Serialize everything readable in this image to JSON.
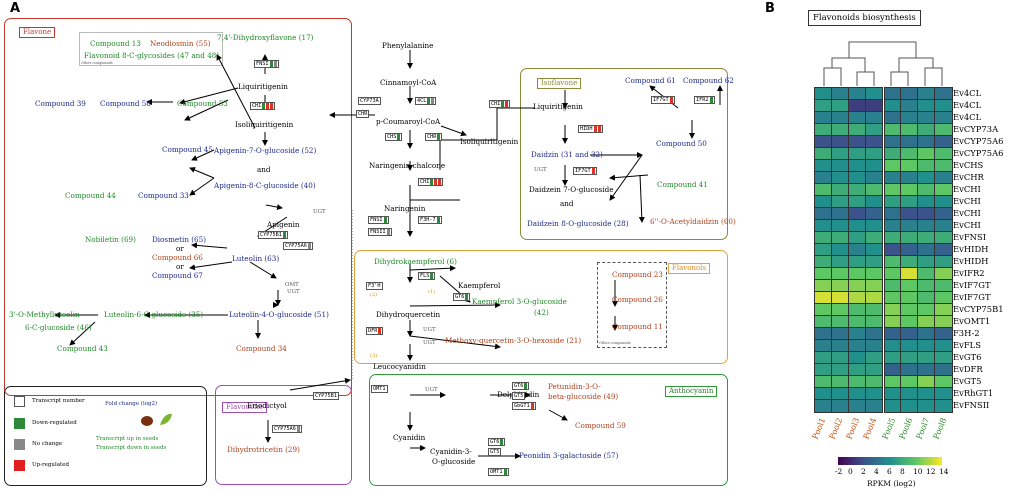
{
  "panel_a_label": "A",
  "panel_b_label": "B",
  "boxes": {
    "flavone": "Flavone",
    "isoflavone": "Isoflavone",
    "flavonols": "Flavonols",
    "flavonone": "Flavonone",
    "anthocyanin": "Anthocyanin"
  },
  "other_compounds": "Other compounds",
  "flavone_extra": {
    "compound13": "Compound 13",
    "neodiosmin": "Neodiosmin (55)",
    "flavonoid8c": "Flavonoid 8-C-glycosides (47 and 48)"
  },
  "compounds": {
    "phenylalanine": "Phenylalanine",
    "cinnamoyl": "Cinnamoyl-CoA",
    "pcoumaroyl": "p-Coumaroyl-CoA",
    "naringenin_chalcone": "Naringenin chalcone",
    "naringenin": "Naringenin",
    "isoliquiritigenin_c": "Isoliquiritigenin",
    "liquiritigenin_l": "Liquiritigenin",
    "isoliquiritigenin_l": "Isoliquiritigenin",
    "dihydroxyflavone": "7,4'-Dihydroxyflavone (17)",
    "c58": "Compound 58",
    "c39": "Compound 39",
    "c53": "Compound 53",
    "api7": "Apigenin-7-O-glucoside (52)",
    "and1": "and",
    "api8": "Apigenin-8-C-glucoside (40)",
    "c45": "Compound 45",
    "c33": "Compound 33",
    "c44": "Compound 44",
    "apigenin": "Apigenin",
    "nobiletin": "Nobiletin (69)",
    "diosmetin": "Diosmetin (65)",
    "or1": "or",
    "c66": "Compound 66",
    "or2": "or",
    "c67": "Compound 67",
    "luteolin": "Luteolin (63)",
    "methylluteolin": "3'-O-Methylluteolin",
    "lut6": "Luteolin-6-C-glucoside (35)",
    "c6cg": "6-C-glucoside (46)",
    "lut4": "Luteolin-4-O-glucoside (51)",
    "c43": "Compound 43",
    "c34": "Compound 34",
    "liquiritigenin_r": "Liquiritigenin",
    "c61": "Compound 61",
    "c62": "Compound 62",
    "daidzin": "Daidzin (31 and 32)",
    "c50": "Compound 50",
    "daidzein7": "Daidzein 7-O-glucoside",
    "c41": "Compound 41",
    "and2": "and",
    "daidzein8": "Daidzein 8-O-glucoside (28)",
    "acetyl": "6''-O-Acetyldaidzin (60)",
    "dihydrokaempferol": "Dihydrokaempferol (6)",
    "kaempferol": "Kaempferol",
    "kaemp3": "Kaempferol 3-O-glucoside",
    "kaemp3n": "(42)",
    "dihydroquercetin": "Dihydroquercetin",
    "methoxy": "Methoxy-quercetin-3-O-hexoside (21)",
    "c23": "Compound 23",
    "c26": "Compound 26",
    "c11": "Compound 11",
    "leucocyanidin": "Leucocyanidin",
    "eriodictyol": "Eriodictyol",
    "dihydrotricetin": "Dihydrotricetin (29)",
    "cyanidin": "Cyanidin",
    "cyanidin3": "Cyanidin-3-",
    "cyanidin3b": "O-glucoside",
    "delphinidin": "Delphinidin",
    "petunidin": "Petunidin-3-O-",
    "petunidin2": "beta-glucoside (49)",
    "c59": "Compound 59",
    "peonidin": "Peonidin 3-galactoside (57)"
  },
  "genes": {
    "FNSI_a": "FNSI",
    "CHI_a": "CHI",
    "CHR_a": "CHR",
    "CYP73A": "CYP73A",
    "4CL": "4CL",
    "CHS": "CHS",
    "CHR_b": "CHR",
    "CHI_b": "CHI",
    "CHI_c": "CHI",
    "FNSI_b": "FNSI",
    "FNSII": "FNSII",
    "F3H7": "F3H-7",
    "CYP75B1_a": "CYP75B1",
    "CYP75A6_a": "CYP75A6",
    "HIDH": "HIDH",
    "IF7GT_a": "IF7GT",
    "IFR2": "IFR2",
    "IF7GT_b": "IF7GT",
    "FLS": "FLS",
    "F3H": "F3'H",
    "GT6_a": "GT6",
    "DFR": "DFR",
    "CYP75B1_b": "CYP75B1",
    "CYP75A6_b": "CYP75A6",
    "OMT1_a": "OMT1",
    "GT6_b": "GT6",
    "GT5_a": "GT5",
    "GbGT1": "GbGT1",
    "GT6_c": "GT6",
    "GT5_b": "GT5",
    "OMT1_b": "OMT1"
  },
  "small": {
    "ugt1": "UGT",
    "omt": "OMT",
    "ugt2": "UGT",
    "ugt3": "UGT",
    "ugt4": "UGT",
    "ugt5": "UGT",
    "ugt6": "UGT",
    "n1": "(1)",
    "n2": "(2)",
    "n3": "(3)"
  },
  "legend": {
    "transcript_number": "Transcript number",
    "down": "Down-regulated",
    "nochange": "No change",
    "up": "Up-regulated",
    "fold": "Fold change (log2)",
    "tup": "Transcript up in seeds",
    "tdown": "Transcript down in seeds"
  },
  "heatmap": {
    "title": "Flavonoids biosynthesis",
    "rows": [
      "Ev4CL",
      "Ev4CL",
      "Ev4CL",
      "EvCYP73A",
      "EvCYP75A6",
      "EvCYP75A6",
      "EvCHS",
      "EvCHR",
      "EvCHI",
      "EvCHI",
      "EvCHI",
      "EvCHI",
      "EvFNSI",
      "EvHIDH",
      "EvHIDH",
      "EvIFR2",
      "EvIF7GT",
      "EvIF7GT",
      "EvCYP75B1",
      "EvOMT1",
      "F3H-2",
      "EvFLS",
      "EvGT6",
      "EvDFR",
      "EvGT5",
      "EvRhGT1",
      "EvFNSII"
    ],
    "columns": [
      "Pool1",
      "Pool2",
      "Pool3",
      "Pool4",
      "Pool5",
      "Pool6",
      "Pool7",
      "Pool8"
    ],
    "column_colors": [
      "#c0500f",
      "#c0500f",
      "#c0500f",
      "#c0500f",
      "#2a8a2a",
      "#2a8a2a",
      "#2a8a2a",
      "#2a8a2a"
    ],
    "values": [
      [
        6,
        5,
        5,
        6,
        4,
        4,
        5,
        4
      ],
      [
        7,
        7,
        1,
        1,
        6,
        5,
        6,
        6
      ],
      [
        5,
        5,
        5,
        5,
        4,
        5,
        5,
        5
      ],
      [
        8,
        8,
        8,
        7,
        9,
        9,
        8,
        9
      ],
      [
        2,
        2,
        2,
        2,
        4,
        4,
        4,
        3
      ],
      [
        8,
        7,
        7,
        7,
        8,
        9,
        10,
        9
      ],
      [
        6,
        6,
        6,
        6,
        10,
        10,
        9,
        9
      ],
      [
        5,
        6,
        6,
        5,
        5,
        5,
        6,
        5
      ],
      [
        9,
        8,
        8,
        9,
        10,
        10,
        9,
        10
      ],
      [
        6,
        7,
        7,
        6,
        7,
        7,
        6,
        6
      ],
      [
        4,
        4,
        2,
        3,
        4,
        2,
        2,
        3
      ],
      [
        6,
        6,
        6,
        6,
        5,
        5,
        5,
        5
      ],
      [
        8,
        8,
        7,
        8,
        8,
        8,
        8,
        8
      ],
      [
        7,
        6,
        5,
        6,
        2,
        3,
        4,
        3
      ],
      [
        8,
        7,
        7,
        7,
        9,
        8,
        7,
        7
      ],
      [
        10,
        10,
        10,
        10,
        10,
        13,
        9,
        11
      ],
      [
        11,
        11,
        11,
        11,
        9,
        10,
        9,
        9
      ],
      [
        13,
        13,
        12,
        12,
        10,
        10,
        9,
        10
      ],
      [
        10,
        10,
        9,
        9,
        11,
        10,
        10,
        11
      ],
      [
        9,
        9,
        9,
        9,
        11,
        10,
        11,
        11
      ],
      [
        4,
        4,
        5,
        4,
        3,
        3,
        4,
        3
      ],
      [
        5,
        5,
        5,
        5,
        6,
        6,
        6,
        6
      ],
      [
        7,
        7,
        6,
        7,
        7,
        7,
        7,
        7
      ],
      [
        7,
        7,
        7,
        7,
        3,
        4,
        4,
        4
      ],
      [
        9,
        9,
        9,
        9,
        10,
        10,
        11,
        10
      ],
      [
        6,
        6,
        6,
        6,
        6,
        6,
        6,
        6
      ],
      [
        5,
        5,
        5,
        5,
        6,
        6,
        6,
        6
      ]
    ],
    "colorbar": {
      "ticks": [
        "-2",
        "0",
        "2",
        "4",
        "6",
        "8",
        "10",
        "12",
        "14"
      ],
      "min": -2,
      "max": 14,
      "label": "RPKM (log2)"
    }
  }
}
